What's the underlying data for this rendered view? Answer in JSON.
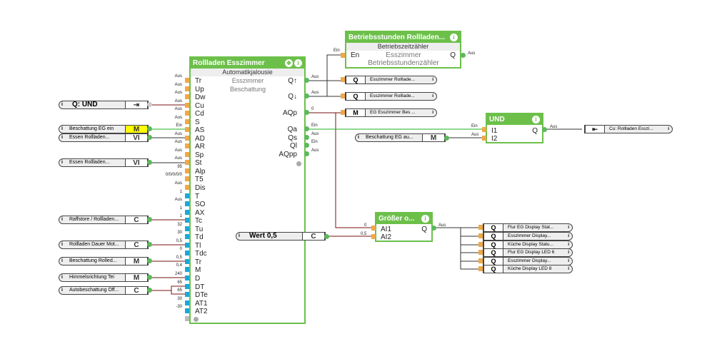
{
  "main_block": {
    "title": "Rollladen Esszimmer",
    "type": "Automatikjalousie",
    "comments": [
      "Esszimmer",
      "Beschattung"
    ],
    "inputs": [
      {
        "name": "Tr",
        "value": "Aus"
      },
      {
        "name": "Up",
        "value": "Aus"
      },
      {
        "name": "Dw",
        "value": "Aus"
      },
      {
        "name": "Cu",
        "value": "Aus"
      },
      {
        "name": "Cd",
        "value": "Aus"
      },
      {
        "name": "S",
        "value": "Aus"
      },
      {
        "name": "AS",
        "value": "Ein"
      },
      {
        "name": "AD",
        "value": "Aus"
      },
      {
        "name": "AR",
        "value": "Aus"
      },
      {
        "name": "Sp",
        "value": "Aus"
      },
      {
        "name": "St",
        "value": "Aus"
      },
      {
        "name": "Alp",
        "value": "95"
      },
      {
        "name": "T5",
        "value": "0/0/0/0/0"
      },
      {
        "name": "Dis",
        "value": "Aus"
      },
      {
        "name": "T",
        "value": "1"
      },
      {
        "name": "SO",
        "value": "Aus"
      },
      {
        "name": "AX",
        "value": "1"
      },
      {
        "name": "Tc",
        "value": "1"
      },
      {
        "name": "Tu",
        "value": "32"
      },
      {
        "name": "Td",
        "value": "30"
      },
      {
        "name": "Tl",
        "value": "0,5"
      },
      {
        "name": "Tdc",
        "value": "0"
      },
      {
        "name": "Tr",
        "value": "0,5"
      },
      {
        "name": "M",
        "value": "0,4"
      },
      {
        "name": "D",
        "value": "240"
      },
      {
        "name": "DT",
        "value": "65"
      },
      {
        "name": "DTe",
        "value": "65"
      },
      {
        "name": "AT1",
        "value": "30"
      },
      {
        "name": "AT2",
        "value": "-30"
      }
    ],
    "outputs": [
      {
        "name": "Q↑",
        "value": "Aus"
      },
      {
        "name": "Q↓",
        "value": "Aus"
      },
      {
        "name": "AQp",
        "value": "0"
      },
      {
        "name": "Qa",
        "value": "Ein"
      },
      {
        "name": "Qs",
        "value": "Aus"
      },
      {
        "name": "Ql",
        "value": "Ein"
      },
      {
        "name": "AQpp",
        "value": "Aus"
      }
    ]
  },
  "left_inputs": [
    {
      "label": "Q: UND",
      "type": "⇥"
    },
    {
      "label": "Beschattung EG ein",
      "type": "M"
    },
    {
      "label": "Essen Rollladen...",
      "type": "VI"
    },
    {
      "label": "Essen Rollladen...",
      "type": "VI"
    },
    {
      "label": "Raffstore / Rollladen...",
      "type": "C"
    },
    {
      "label": "Rollladen Dauer Mot...",
      "type": "C"
    },
    {
      "label": "Beschattung Rolled...",
      "type": "M"
    },
    {
      "label": "Himmelsrichtung Tei",
      "type": "M"
    },
    {
      "label": "Autobeschattung Öff...",
      "type": "C"
    }
  ],
  "counter_block": {
    "title": "Betriebsstunden Rollladen...",
    "type": "Betriebszeitzähler",
    "input": "En",
    "output": "Q",
    "comment1": "Esszimmer",
    "comment2": "Betriebsstundenzähler",
    "input_value": "Ein",
    "output_value": "Aus"
  },
  "q_outputs": [
    {
      "type": "Q",
      "label": "Esszimmer Rolllade..."
    },
    {
      "type": "Q",
      "label": "Esszimmer Rolllade..."
    },
    {
      "type": "M",
      "label": "EG Esszimmer Bes ..."
    }
  ],
  "und_block": {
    "title": "UND",
    "inputs": [
      "I1",
      "I2"
    ],
    "output": "Q",
    "i1_value": "Ein",
    "i2_value": "Aus",
    "q_value": "Aus"
  },
  "und_input": {
    "label": "Beschattung EG au...",
    "type": "M"
  },
  "und_output": {
    "label": "Cu: Rollladen Esszi...",
    "type": "⇤"
  },
  "cmp_block": {
    "title": "Größer o...",
    "inputs": [
      "AI1",
      "AI2"
    ],
    "output": "Q",
    "ai1_value": "0",
    "ai2_value": "0,5",
    "q_value": "Aus"
  },
  "const_input": {
    "label": "Wert 0,5",
    "type": "C"
  },
  "display_outputs": [
    {
      "type": "Q",
      "label": "Flur EG Display Stat..."
    },
    {
      "type": "Q",
      "label": "Esszimmer Display..."
    },
    {
      "type": "Q",
      "label": "Küche Display Statu..."
    },
    {
      "type": "Q",
      "label": "Flur EG Display LED 6"
    },
    {
      "type": "Q",
      "label": "Esszimmer Display..."
    },
    {
      "type": "Q",
      "label": "Küche Display LED 8"
    }
  ],
  "info_glyph": "i"
}
